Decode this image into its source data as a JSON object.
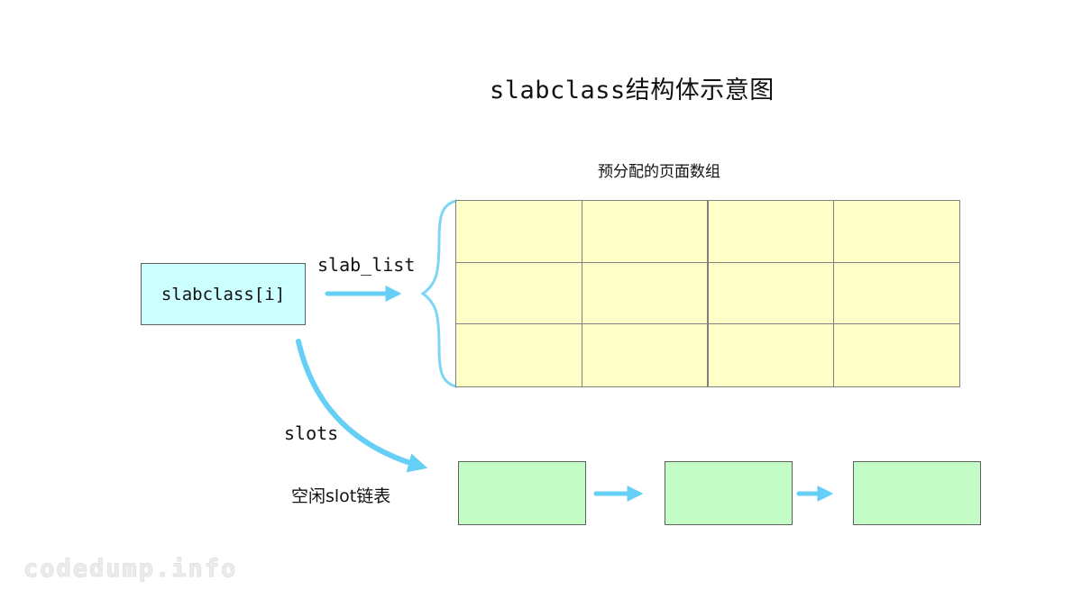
{
  "title": "slabclass结构体示意图",
  "struct_box": {
    "label": "slabclass[i]"
  },
  "page_array": {
    "label": "预分配的页面数组",
    "rows": 3,
    "cols": 4
  },
  "pointers": {
    "slab_list_label": "slab_list",
    "slots_label": "slots"
  },
  "free_slot_list": {
    "label": "空闲slot链表",
    "count": 3
  },
  "watermark": "codedump.info",
  "colors": {
    "struct_box_fill": "#CCFFFF",
    "page_cell_fill": "#FFFFC8",
    "free_slot_fill": "#C3FCC5",
    "arrow": "#66CFF5",
    "box_border": "#5F5F5F",
    "grid_line": "#808080"
  }
}
